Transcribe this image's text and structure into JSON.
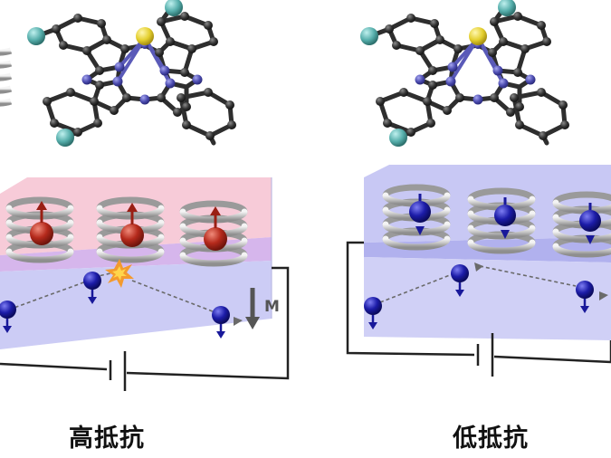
{
  "panels": {
    "high": {
      "caption": "高抵抗",
      "magnetization_label": "M"
    },
    "low": {
      "caption": "低抵抗"
    }
  },
  "colors": {
    "bond": "#2e2e2e",
    "carbon": "#3a3a3a",
    "nitrogen": "#5a5ab8",
    "metal": "#e6d23a",
    "halogen": "#5bb3b0",
    "pink_layer": "#f7c8d6",
    "blue_layer": "#c6c6f2",
    "interface": "#c9a8ec",
    "spin_up_red": "#b82a1e",
    "spin_blue": "#18189a",
    "coil": "#cfcfcf",
    "circuit": "#222222"
  }
}
